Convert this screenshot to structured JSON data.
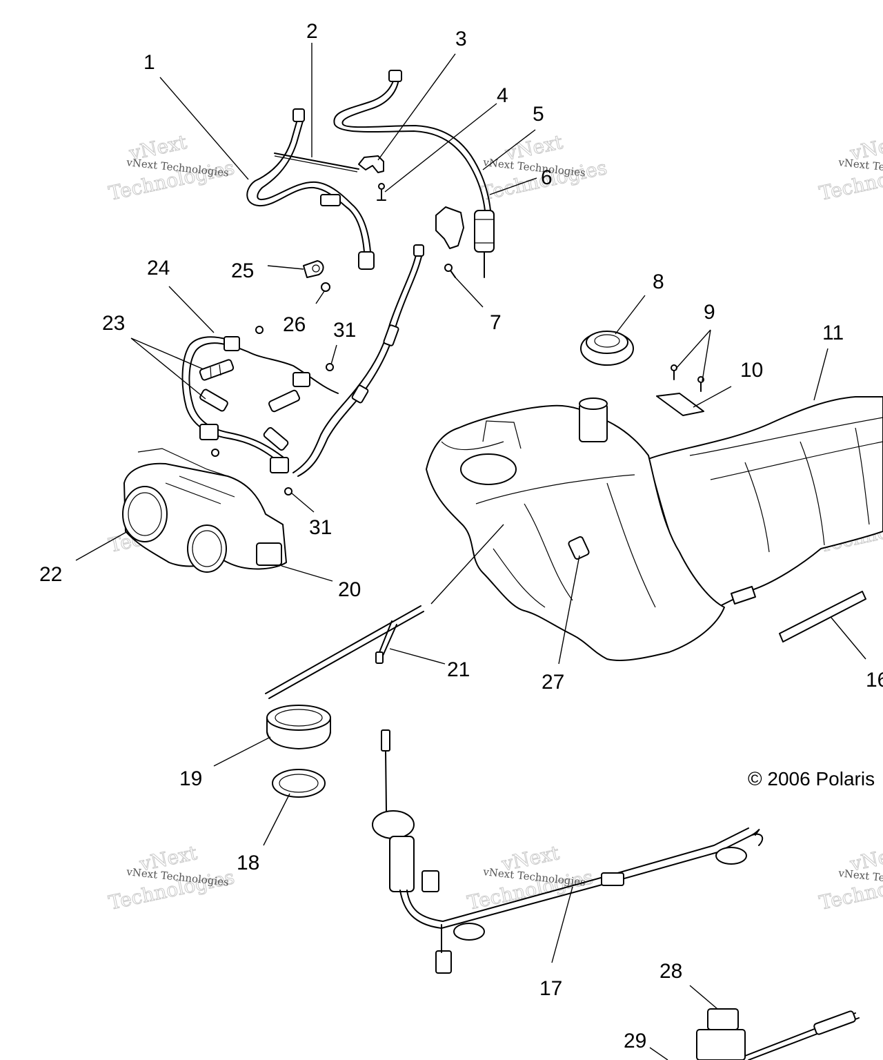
{
  "copyright": "© 2006 Polaris",
  "watermark": {
    "small": "vNext Technologies",
    "big_top": "vNext",
    "big_bottom": "Technologies"
  },
  "callouts": {
    "c1": "1",
    "c2": "2",
    "c3": "3",
    "c4": "4",
    "c5": "5",
    "c6": "6",
    "c7": "7",
    "c8": "8",
    "c9": "9",
    "c10": "10",
    "c11": "11",
    "c16": "16",
    "c17": "17",
    "c18": "18",
    "c19": "19",
    "c20": "20",
    "c21": "21",
    "c22": "22",
    "c23": "23",
    "c24": "24",
    "c25": "25",
    "c26": "26",
    "c27": "27",
    "c28": "28",
    "c29": "29",
    "c31a": "31",
    "c31b": "31"
  }
}
